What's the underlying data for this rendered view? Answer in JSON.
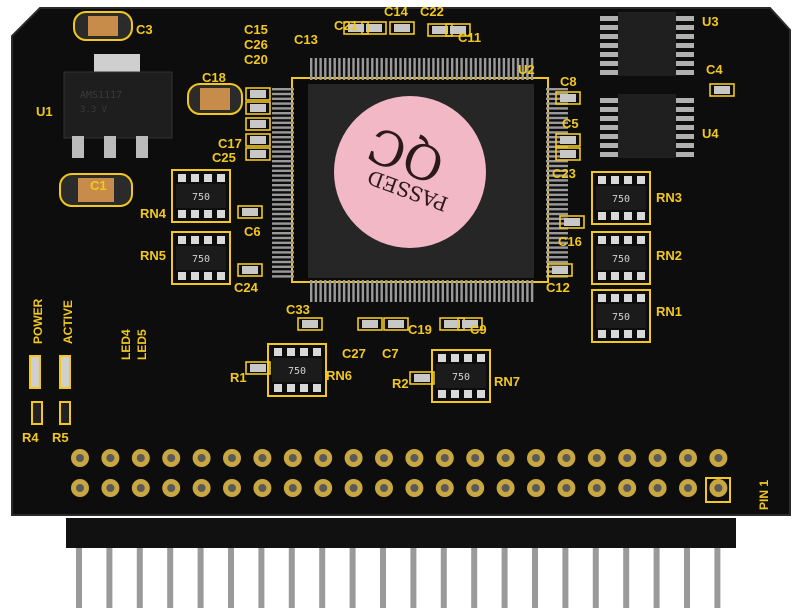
{
  "colors": {
    "board": "#0d0d0d",
    "board_edge": "#1a1a1a",
    "silkscreen": "#f2c81e",
    "gold_pad": "#c8a640",
    "chip": "#262626",
    "pin_metal": "#9a9a9a",
    "header_plastic": "#111111",
    "sticker": "#f2b8c6",
    "sticker_text": "#2a1a1a",
    "background": "#ffffff"
  },
  "components": {
    "capacitors": [
      "C1",
      "C3",
      "C4",
      "C5",
      "C6",
      "C7",
      "C8",
      "C9",
      "C11",
      "C12",
      "C13",
      "C14",
      "C15",
      "C16",
      "C17",
      "C18",
      "C19",
      "C20",
      "C21",
      "C22",
      "C23",
      "C24",
      "C25",
      "C26",
      "C27",
      "C33"
    ],
    "resistors": [
      "R1",
      "R2",
      "R4",
      "R5"
    ],
    "resistor_networks": [
      "RN1",
      "RN2",
      "RN3",
      "RN4",
      "RN5",
      "RN6",
      "RN7"
    ],
    "chips": [
      "U1",
      "U2",
      "U3",
      "U4"
    ],
    "leds": [
      "LED4",
      "LED5"
    ]
  },
  "rn_marking": "750",
  "labels": {
    "power": "POWER",
    "active": "ACTIVE",
    "pin1": "PIN 1"
  },
  "sticker": {
    "line1": "PASSED",
    "line2": "QC"
  },
  "header_pins": 22
}
